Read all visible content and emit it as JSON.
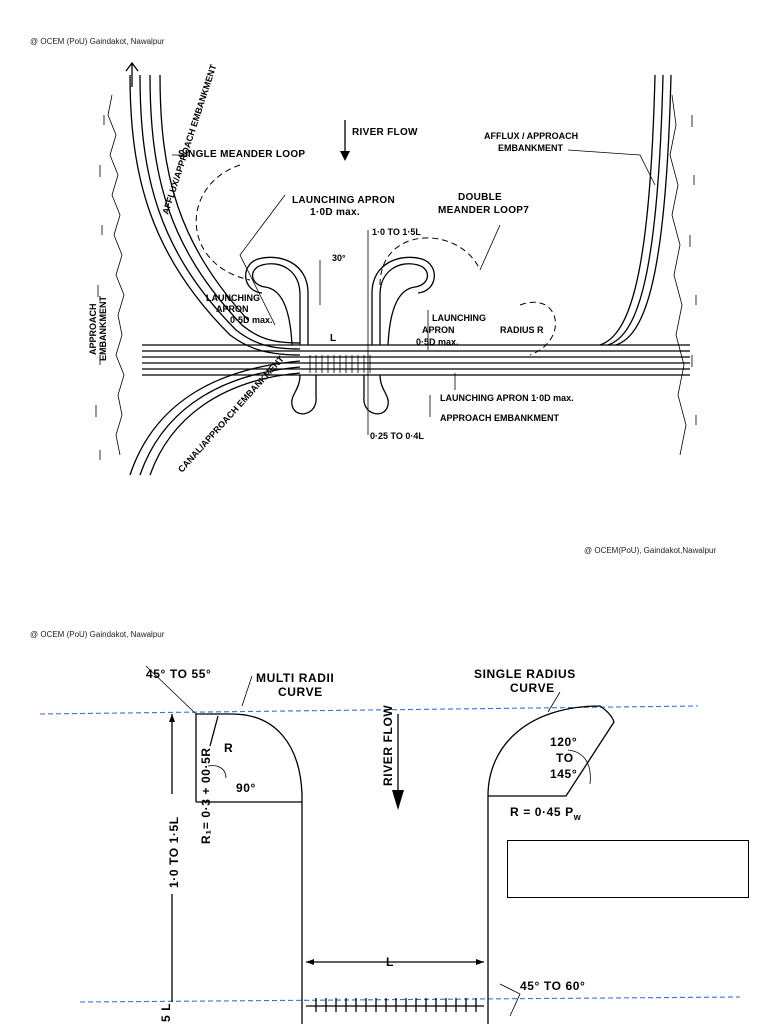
{
  "credits": {
    "page1_top": "@ OCEM (PoU) Gaindakot, Nawalpur",
    "page1_bottom": "@ OCEM(PoU), Gaindakot,Nawalpur",
    "page2_top": "@ OCEM (PoU) Gaindakot, Nawalpur"
  },
  "diagram1": {
    "river_flow": "RIVER FLOW",
    "single_meander_loop": "SINGLE MEANDER LOOP",
    "afflux_approach_left": "AFFLUX/APPROACH EMBANKMENT",
    "afflux_approach_right_1": "AFFLUX / APPROACH",
    "afflux_approach_right_2": "EMBANKMENT",
    "launching_apron_top_1": "LAUNCHING APRON",
    "launching_apron_top_2": "1·0D max.",
    "double_meander_1": "DOUBLE",
    "double_meander_2": "MEANDER LOOP7",
    "range_top": "1·0 TO 1·5L",
    "angle_30": "30°",
    "launching_apron_left_1": "LAUNCHING",
    "launching_apron_left_2": "APRON",
    "launching_apron_left_3": "0·5D max.",
    "span_L": "L",
    "launching_apron_right_1": "LAUNCHING",
    "launching_apron_right_2": "APRON",
    "launching_apron_right_3": "0·5D max.",
    "radius_r": "RADIUS R",
    "approach_embankment_left_1": "APPROACH",
    "approach_embankment_left_2": "EMBANKMENT",
    "canal_approach": "CANAL/APPROACH EMBANKMENT",
    "launching_apron_bottom": "LAUNCHING APRON 1·0D max.",
    "approach_embankment_bottom": "APPROACH  EMBANKMENT",
    "range_bottom": "0·25 TO 0·4L"
  },
  "diagram2": {
    "angle_top": "45° TO 55°",
    "multi_radii_1": "MULTI  RADII",
    "multi_radii_2": "CURVE",
    "single_radius_1": "SINGLE RADIUS",
    "single_radius_2": "CURVE",
    "r_label": "R",
    "angle_90": "90°",
    "river_flow": "RIVER FLOW",
    "angle_120": "120°",
    "angle_to": "TO",
    "angle_145": "145°",
    "r_formula": "R = 0·45 P",
    "r_formula_sub": "w",
    "r1_formula": "R₁= 0·3 + 00·5R",
    "range_side": "1·0 TO 1·5L",
    "span_L": "L",
    "angle_bottom": "45° TO 60°",
    "bottom_partial": "5 L"
  }
}
